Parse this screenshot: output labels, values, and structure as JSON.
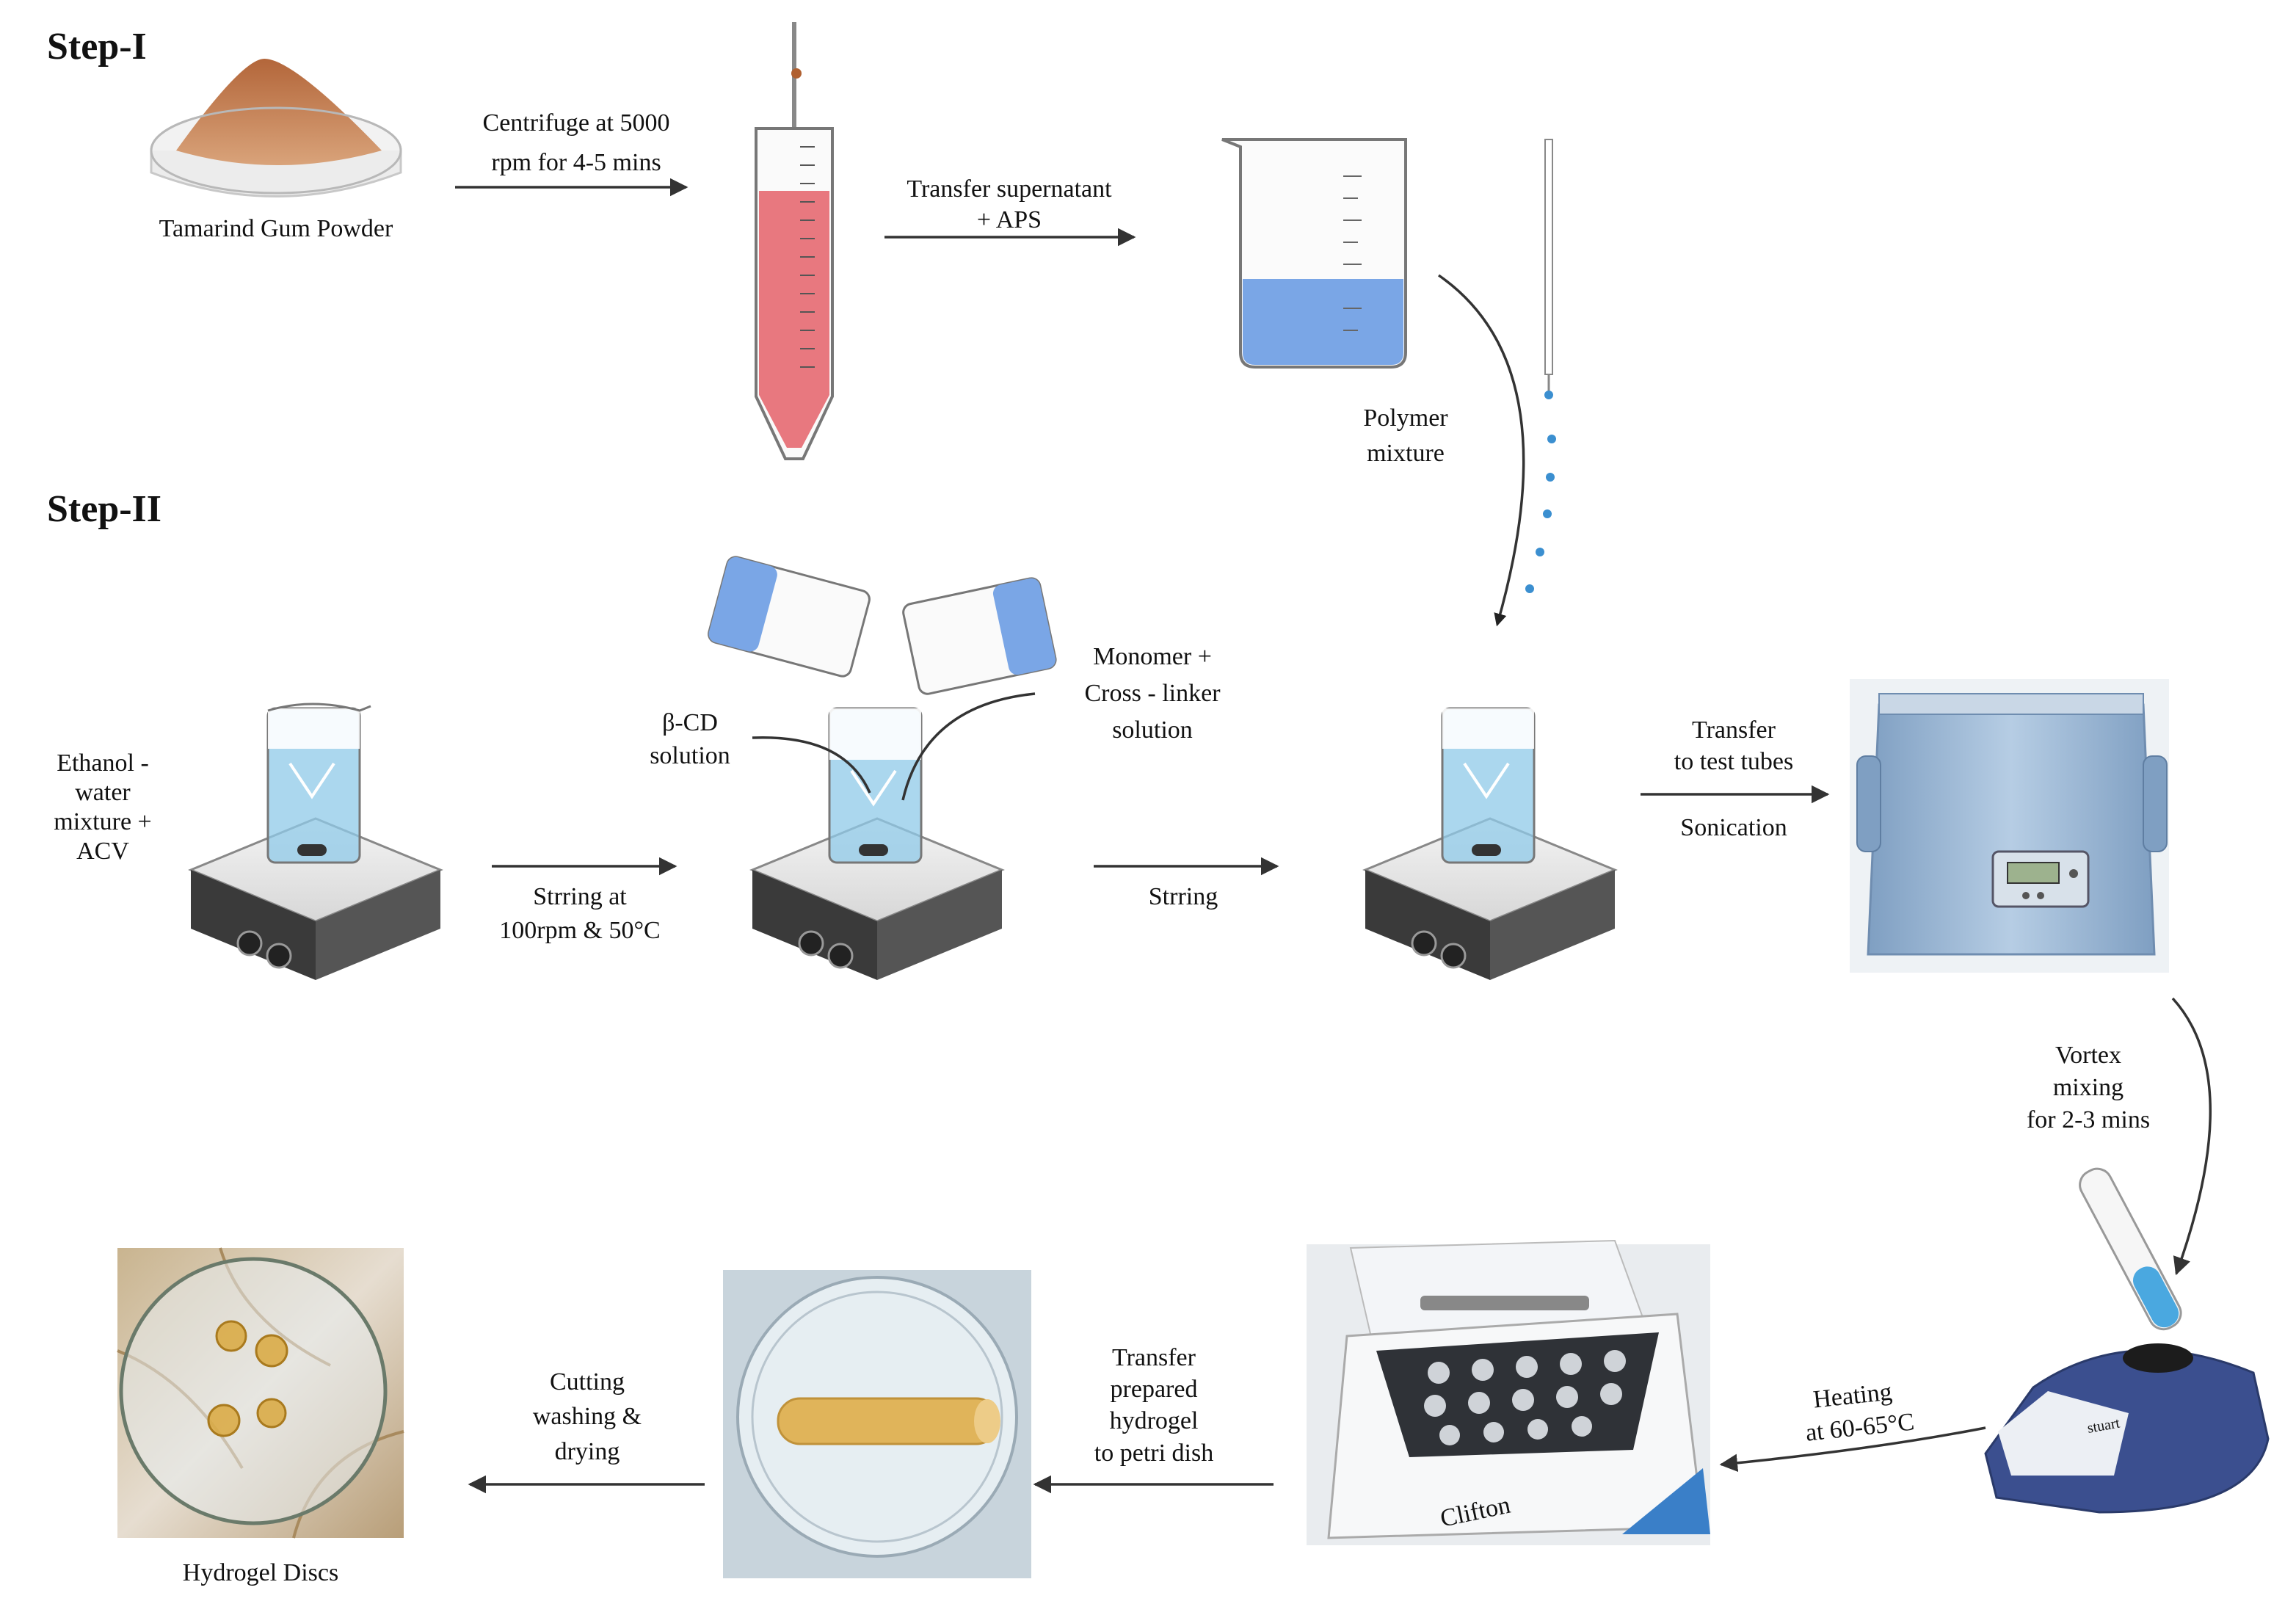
{
  "steps": {
    "step1": "Step-I",
    "step2": "Step-II"
  },
  "labels": {
    "tamarind": "Tamarind Gum Powder",
    "centrifuge": [
      "Centrifuge at 5000",
      "rpm for 4-5 mins"
    ],
    "transfer_supernatant": [
      "Transfer supernatant",
      "+ APS"
    ],
    "polymer_mixture": [
      "Polymer",
      "mixture"
    ],
    "ethanol": [
      "Ethanol -",
      "water",
      "mixture +",
      "ACV"
    ],
    "stirring_1": [
      "Strring at",
      "100rpm & 50°C"
    ],
    "bcd": [
      "β-CD",
      "solution"
    ],
    "monomer": [
      "Monomer +",
      "Cross - linker",
      "solution"
    ],
    "stirring_2": "Strring",
    "transfer_test_tubes": [
      "Transfer",
      "to test tubes"
    ],
    "sonication": "Sonication",
    "vortex": [
      "Vortex",
      "mixing",
      "for 2-3 mins"
    ],
    "heating": [
      "Heating",
      "at 60-65°C"
    ],
    "transfer_hydrogel": [
      "Transfer",
      "prepared",
      "hydrogel",
      "to petri dish"
    ],
    "cutting": [
      "Cutting",
      "washing &",
      "drying"
    ],
    "hydrogel_discs": "Hydrogel Discs",
    "clifton_brand": "Clifton",
    "stuart_brand": "stuart"
  },
  "colors": {
    "pink_liquid": "#e8787f",
    "blue_liquid": "#7aa6e6",
    "water_blue": "#8fc9e8",
    "bath_steel": "#9fbad6",
    "gel_amber": "#e0b45a",
    "vortex_body": "#3b4f8f"
  }
}
